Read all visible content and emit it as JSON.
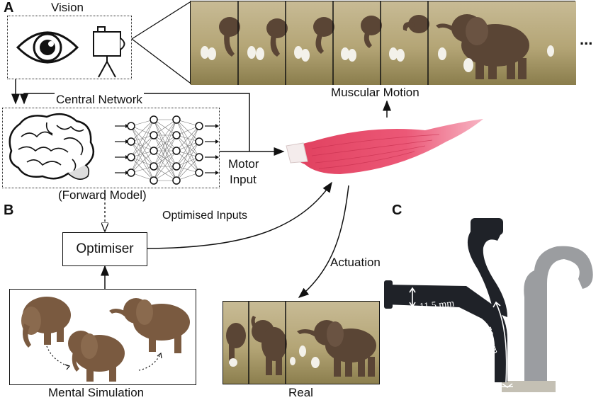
{
  "panels": {
    "a": "A",
    "b": "B",
    "c": "C"
  },
  "labels": {
    "vision": "Vision",
    "central_network": "Central Network",
    "forward_model": "(Forward Model)",
    "muscular_motion": "Muscular Motion",
    "ellipsis": "...",
    "motor_input_1": "Motor",
    "motor_input_2": "Input",
    "optimised_inputs": "Optimised Inputs",
    "optimiser": "Optimiser",
    "actuation": "Actuation",
    "mental_simulation": "Mental Simulation",
    "real": "Real",
    "dim_width": "11.5 mm",
    "dim_length": "59 mm"
  },
  "colors": {
    "muscle": "#e84a6a",
    "grass": "#b9a878",
    "elephant": "#5a4535",
    "actuator": "#1f2228"
  },
  "icons": [
    "eye-icon",
    "camera-icon",
    "brain-icon",
    "neural-network-icon",
    "muscle-icon",
    "elephant-image",
    "soft-actuator-image"
  ]
}
